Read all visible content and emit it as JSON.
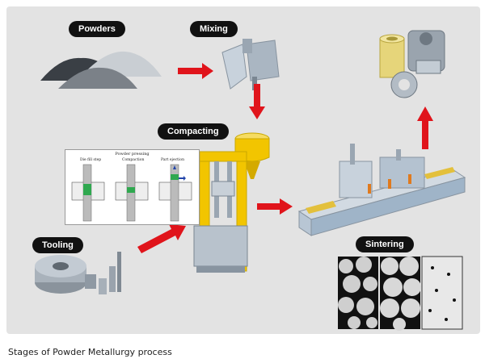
{
  "stages": {
    "powders": "Powders",
    "mixing": "Mixing",
    "compacting": "Compacting",
    "tooling": "Tooling",
    "sintering": "Sintering"
  },
  "inset": {
    "title": "Powder pressing",
    "steps": [
      "Die fill step",
      "Compaction",
      "Part ejection"
    ]
  },
  "caption": "Stages of Powder Metallurgy process",
  "colors": {
    "arrow": "#e0141b",
    "press": "#f2c500",
    "panel": "#e3e3e3",
    "label_bg": "#111111"
  }
}
